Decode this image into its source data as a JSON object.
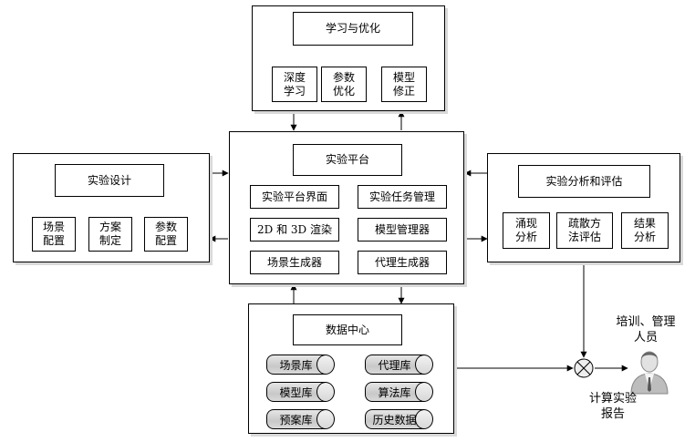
{
  "learning": {
    "title": "学习与优化",
    "items": [
      "深度\n学习",
      "参数\n优化",
      "模型\n修正"
    ]
  },
  "platform": {
    "title": "实验平台",
    "items": [
      "实验平台界面",
      "实验任务管理",
      "2D 和 3D 渲染",
      "模型管理器",
      "场景生成器",
      "代理生成器"
    ]
  },
  "design": {
    "title": "实验设计",
    "items": [
      "场景\n配置",
      "方案\n制定",
      "参数\n配置"
    ]
  },
  "analysis": {
    "title": "实验分析和评估",
    "items": [
      "涌现\n分析",
      "疏散方\n法评估",
      "结果\n分析"
    ]
  },
  "datacenter": {
    "title": "数据中心",
    "stores": [
      "场景库",
      "代理库",
      "模型库",
      "算法库",
      "预案库",
      "历史数据"
    ]
  },
  "report": "计算实验\n报告",
  "people": "培训、管理\n人员"
}
